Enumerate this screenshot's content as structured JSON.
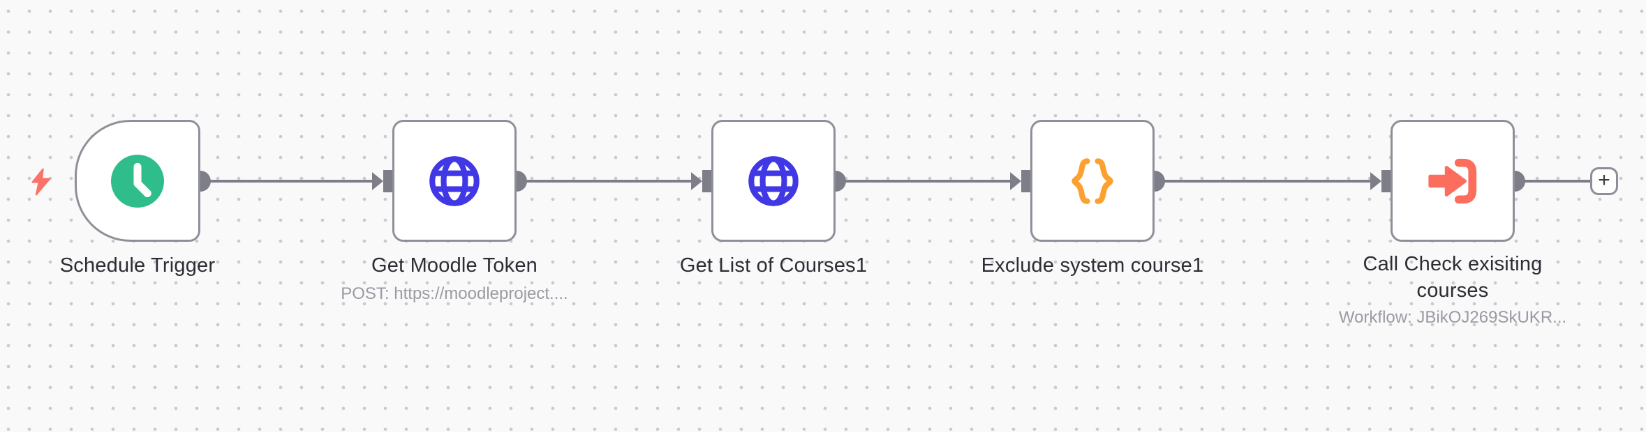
{
  "canvas": {
    "background_color": "#f9f9fa",
    "dot_color": "#c9c9cf",
    "node_border_color": "#8f8f99",
    "connector_color": "#7e7e88",
    "label_color": "#2c2c33",
    "subtitle_color": "#9a9aa3"
  },
  "trigger_indicator": {
    "icon": "lightning-bolt-icon",
    "color": "#fa7268"
  },
  "nodes": [
    {
      "label": "Schedule Trigger",
      "subtitle": "",
      "icon": "clock-icon",
      "icon_color": "#2fbe8b",
      "shape": "trigger"
    },
    {
      "label": "Get Moodle Token",
      "subtitle": "POST: https://moodleproject....",
      "icon": "globe-icon",
      "icon_color": "#4038e4",
      "shape": "square"
    },
    {
      "label": "Get List of Courses1",
      "subtitle": "",
      "icon": "globe-icon",
      "icon_color": "#4038e4",
      "shape": "square"
    },
    {
      "label": "Exclude system course1",
      "subtitle": "",
      "icon": "code-braces-icon",
      "icon_color": "#fca130",
      "shape": "square"
    },
    {
      "label": "Call Check exisiting courses",
      "subtitle": "Workflow: JBikOJ269SkUKR...",
      "icon": "arrow-into-bracket-icon",
      "icon_color": "#fb6d5d",
      "shape": "square"
    }
  ],
  "add_button": {
    "label": "+"
  }
}
